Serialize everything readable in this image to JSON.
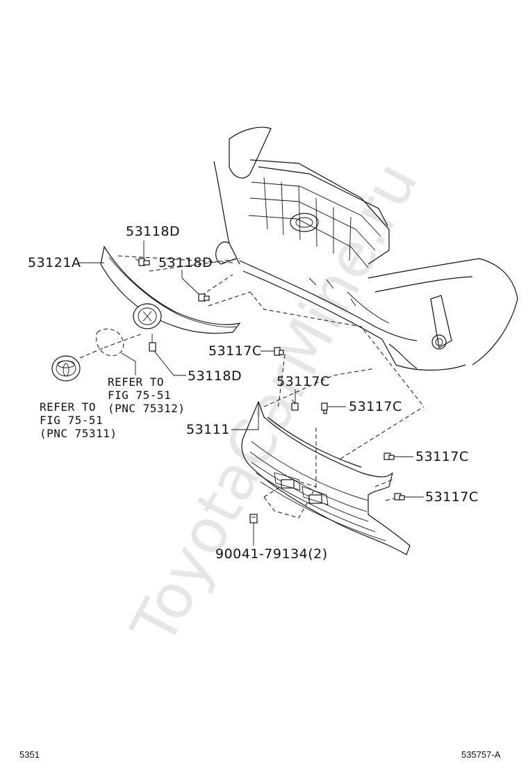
{
  "watermark": "ToyotaCarMine.ru",
  "labels": {
    "p53121A": "53121A",
    "p53118D_top": "53118D",
    "p53118D_mid": "53118D",
    "p53118D_low": "53118D",
    "p53117C_a": "53117C",
    "p53117C_b": "53117C",
    "p53117C_c": "53117C",
    "p53117C_d": "53117C",
    "p53117C_e": "53117C",
    "p53111": "53111",
    "p90041": "90041-79134(2)"
  },
  "refs": {
    "emblem_front": {
      "line1": "REFER TO",
      "line2": "FIG 75-51",
      "line3": "(PNC 75311)"
    },
    "emblem_base": {
      "line1": "REFER TO",
      "line2": "FIG 75-51",
      "line3": "(PNC 75312)"
    }
  },
  "footer": {
    "page": "5351",
    "code": "535757-A"
  }
}
